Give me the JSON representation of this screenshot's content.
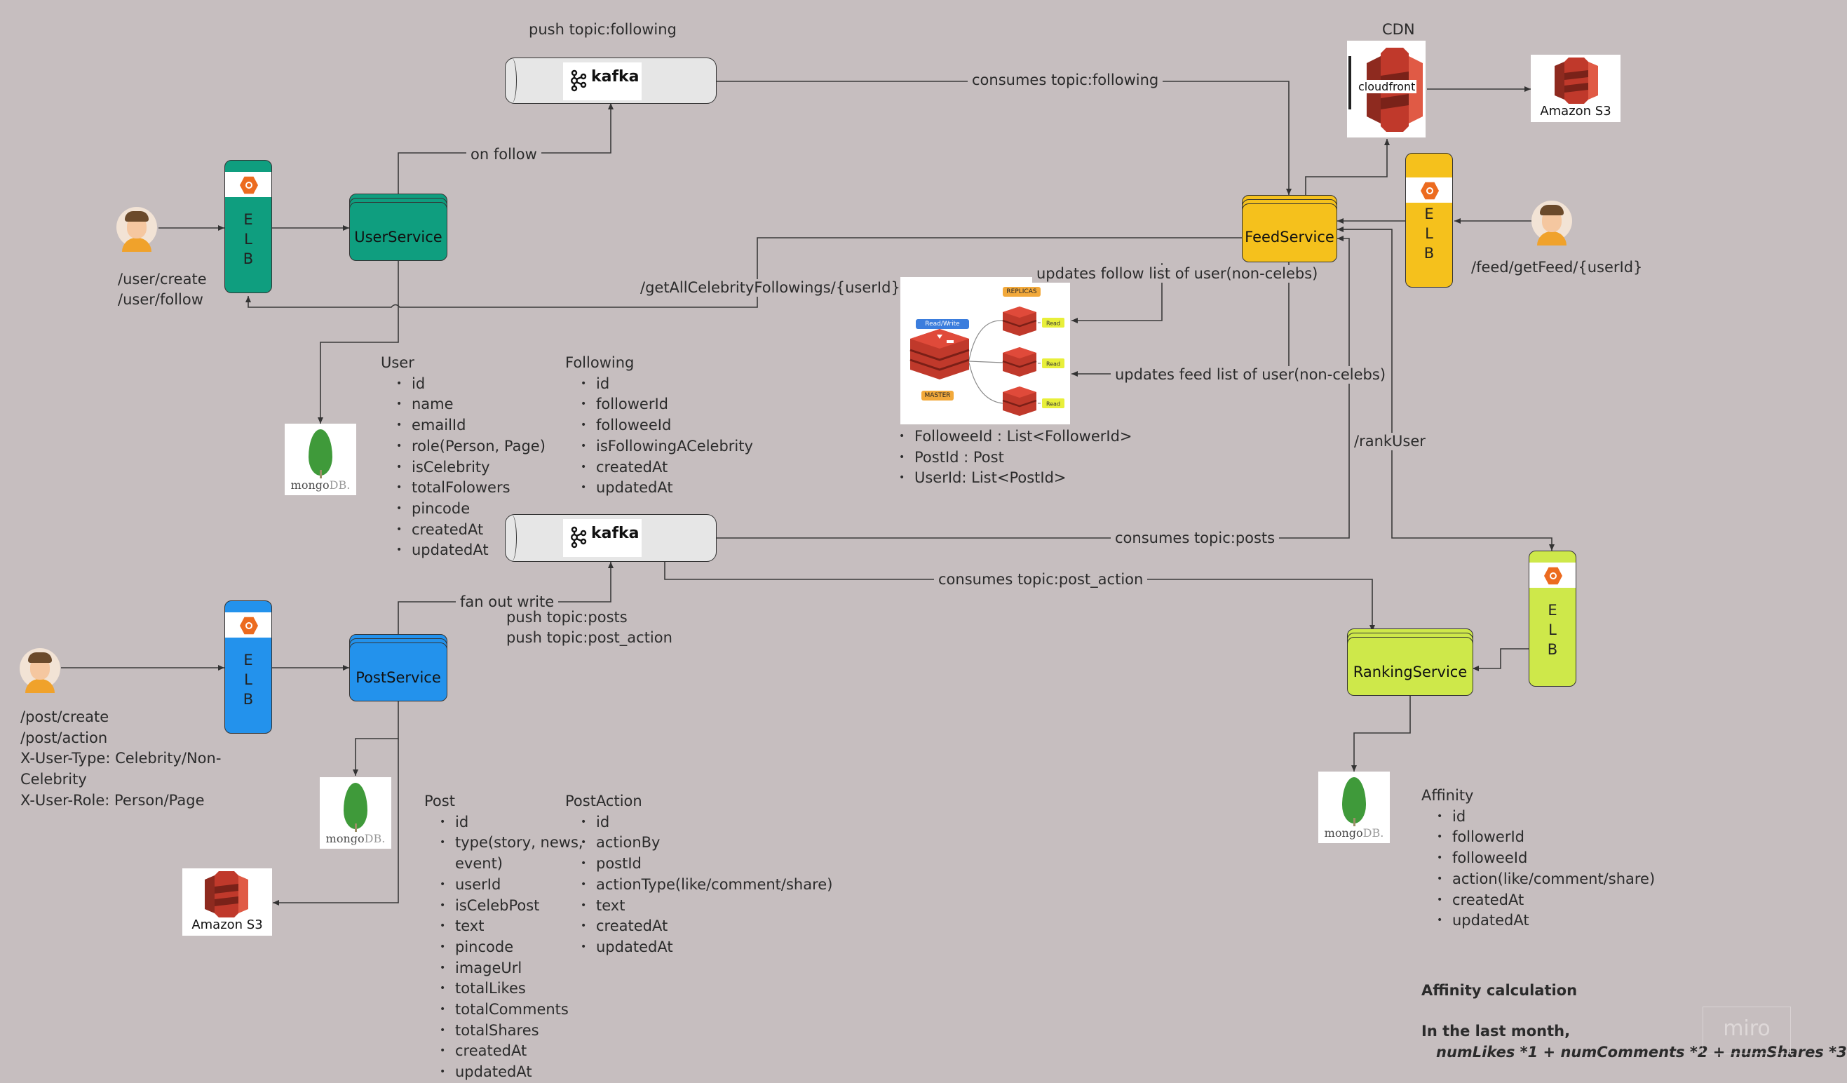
{
  "labels": {
    "push_following": "push topic:following",
    "cdn": "CDN",
    "consumes_following": "consumes topic:following",
    "on_follow": "on follow",
    "user_routes": [
      "/user/create",
      "/user/follow"
    ],
    "get_celeb": "/getAllCelebrityFollowings/{userId}",
    "updates_follow": "updates follow list of user(non-celebs)",
    "updates_feed": "updates feed list of user(non-celebs)",
    "feed_route": "/feed/getFeed/{userId}",
    "rank_user": "/rankUser",
    "consumes_posts": "consumes topic:posts",
    "consumes_post_action": "consumes topic:post_action",
    "fan_out": "fan out write",
    "push_posts": "push topic:posts",
    "push_post_action": "push topic:post_action",
    "post_routes": [
      "/post/create",
      "/post/action",
      "X-User-Type: Celebrity/Non-",
      "Celebrity",
      "X-User-Role: Person/Page"
    ]
  },
  "services": {
    "user": "UserService",
    "feed": "FeedService",
    "post": "PostService",
    "ranking": "RankingService"
  },
  "elb": {
    "letters": [
      "E",
      "L",
      "B"
    ]
  },
  "logos": {
    "kafka": "kafka",
    "mongo_main": "mongo",
    "mongo_db": "DB.",
    "s3": "Amazon S3",
    "cloudfront": "cloudfront",
    "redis_read_write": "Read/Write",
    "redis_replicas": "REPLICAS",
    "redis_master": "MASTER",
    "redis_read": "Read"
  },
  "entities": {
    "user": {
      "title": "User",
      "fields": [
        "id",
        "name",
        "emailId",
        "role(Person, Page)",
        "isCelebrity",
        "totalFolowers",
        "pincode",
        "createdAt",
        "updatedAt"
      ]
    },
    "following": {
      "title": "Following",
      "fields": [
        "id",
        "followerId",
        "followeeId",
        "isFollowingACelebrity",
        "createdAt",
        "updatedAt"
      ]
    },
    "post": {
      "title": "Post",
      "fields": [
        "id",
        "type(story, news,",
        "event)",
        "userId",
        "isCelebPost",
        "text",
        "pincode",
        "imageUrl",
        "totalLikes",
        "totalComments",
        "totalShares",
        "createdAt",
        "updatedAt"
      ]
    },
    "post_action": {
      "title": "PostAction",
      "fields": [
        "id",
        "actionBy",
        "postId",
        "actionType(like/comment/share)",
        "text",
        "createdAt",
        "updatedAt"
      ]
    },
    "affinity": {
      "title": "Affinity",
      "fields": [
        "id",
        "followerId",
        "followeeId",
        "action(like/comment/share)",
        "createdAt",
        "updatedAt"
      ]
    }
  },
  "cache_fields": [
    "FolloweeId : List<FollowerId>",
    "PostId : Post",
    "UserId: List<PostId>"
  ],
  "affinity_calc": {
    "title": "Affinity calculation",
    "period": "In the last month,",
    "formula": "numLikes *1 + numComments *2 + numShares *3"
  },
  "watermark": "miro",
  "colors": {
    "background": "#c6bebf",
    "user_service": "#0f9e7f",
    "feed_service": "#f5c11c",
    "post_service": "#2392ec",
    "ranking_service": "#cee84a",
    "kafka_body": "#e6e6e6",
    "aws_red": "#d13f2f"
  }
}
